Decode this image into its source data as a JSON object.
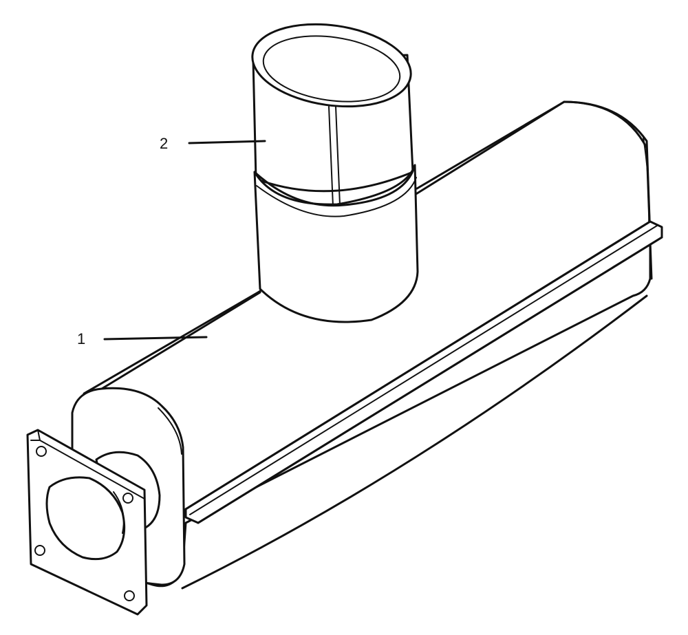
{
  "callouts": [
    {
      "id": "1",
      "text": "1"
    },
    {
      "id": "2",
      "text": "2"
    }
  ],
  "colors": {
    "ink": "#111111",
    "paper": "#ffffff"
  }
}
